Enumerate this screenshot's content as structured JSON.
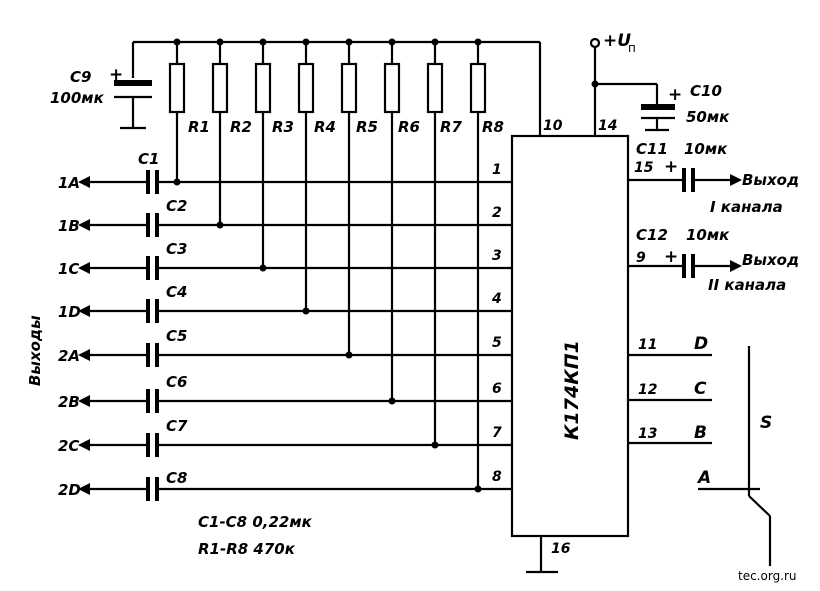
{
  "supply": {
    "label": "+U",
    "sub": "п"
  },
  "chip": {
    "name": "К174КП1",
    "pins": {
      "in1": "1",
      "in2": "2",
      "in3": "3",
      "in4": "4",
      "in5": "5",
      "in6": "6",
      "in7": "7",
      "in8": "8",
      "p10": "10",
      "p14": "14",
      "p15": "15",
      "p9": "9",
      "p11": "11",
      "p12": "12",
      "p13": "13",
      "p16": "16"
    }
  },
  "resistors": [
    "R1",
    "R2",
    "R3",
    "R4",
    "R5",
    "R6",
    "R7",
    "R8"
  ],
  "input_caps": [
    "C1",
    "C2",
    "C3",
    "C4",
    "C5",
    "C6",
    "C7",
    "C8"
  ],
  "outputs": [
    "1A",
    "1B",
    "1C",
    "1D",
    "2A",
    "2B",
    "2C",
    "2D"
  ],
  "outputs_title": "Выходы",
  "c9": {
    "name": "C9",
    "value": "100мк",
    "plus": "+"
  },
  "c10": {
    "name": "C10",
    "value": "50мк",
    "plus": "+"
  },
  "c11": {
    "name": "C11",
    "value": "10мк",
    "plus": "+"
  },
  "c12": {
    "name": "C12",
    "value": "10мк",
    "plus": "+"
  },
  "out1": {
    "line1": "Выход",
    "line2": "I канала"
  },
  "out2": {
    "line1": "Выход",
    "line2": "II канала"
  },
  "control": {
    "D": "D",
    "C": "C",
    "B": "B",
    "A": "A"
  },
  "switch_label": "S",
  "notes": {
    "caps": "C1-C8  0,22мк",
    "res": "R1-R8  470к"
  },
  "watermark": "tec.org.ru"
}
